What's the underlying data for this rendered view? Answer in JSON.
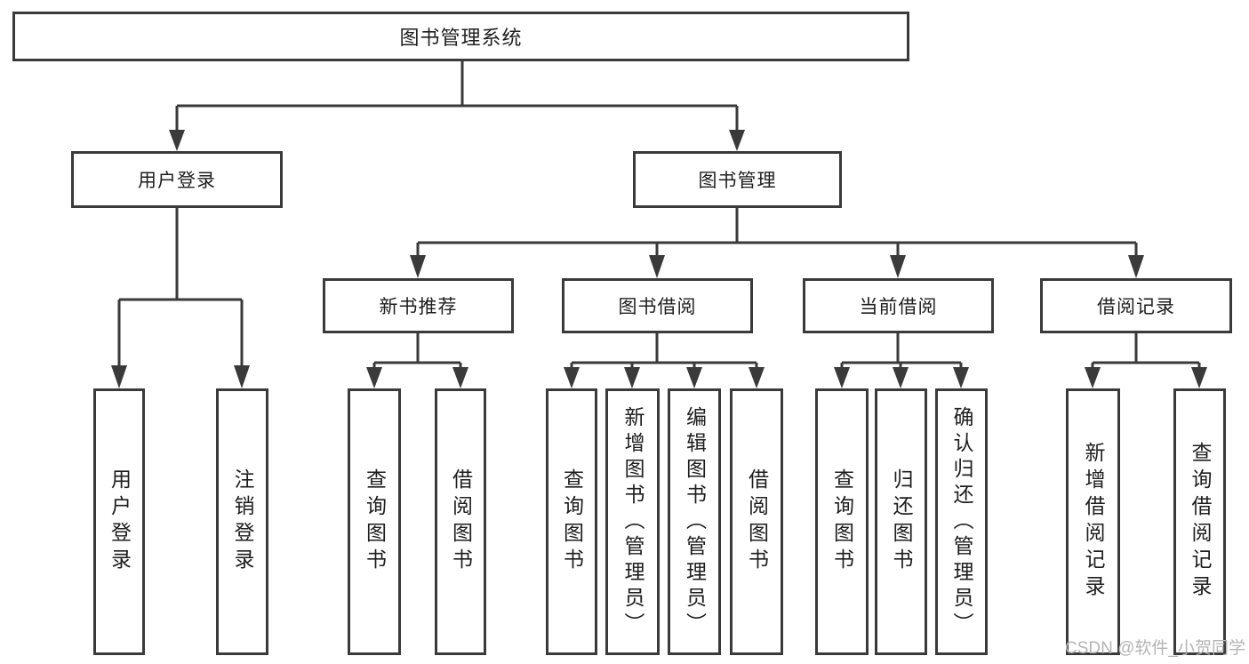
{
  "tree": {
    "label": "图书管理系统",
    "children": [
      {
        "label": "用户登录",
        "children": [
          {
            "label": "用户登录"
          },
          {
            "label": "注销登录"
          }
        ]
      },
      {
        "label": "图书管理",
        "children": [
          {
            "label": "新书推荐",
            "children": [
              {
                "label": "查询图书"
              },
              {
                "label": "借阅图书"
              }
            ]
          },
          {
            "label": "图书借阅",
            "children": [
              {
                "label": "查询图书"
              },
              {
                "label": "新增图书（管理员）"
              },
              {
                "label": "编辑图书（管理员）"
              },
              {
                "label": "借阅图书"
              }
            ]
          },
          {
            "label": "当前借阅",
            "children": [
              {
                "label": "查询图书"
              },
              {
                "label": "归还图书"
              },
              {
                "label": "确认归还（管理员）"
              }
            ]
          },
          {
            "label": "借阅记录",
            "children": [
              {
                "label": "新增借阅记录"
              },
              {
                "label": "查询借阅记录"
              }
            ]
          }
        ]
      }
    ]
  },
  "watermark": {
    "text": "CSDN @软件_小贺同学"
  },
  "colors": {
    "line": "#3a3a3a",
    "text": "#1e1e1e",
    "watermark": "#b4b4b4",
    "background": "#ffffff"
  }
}
